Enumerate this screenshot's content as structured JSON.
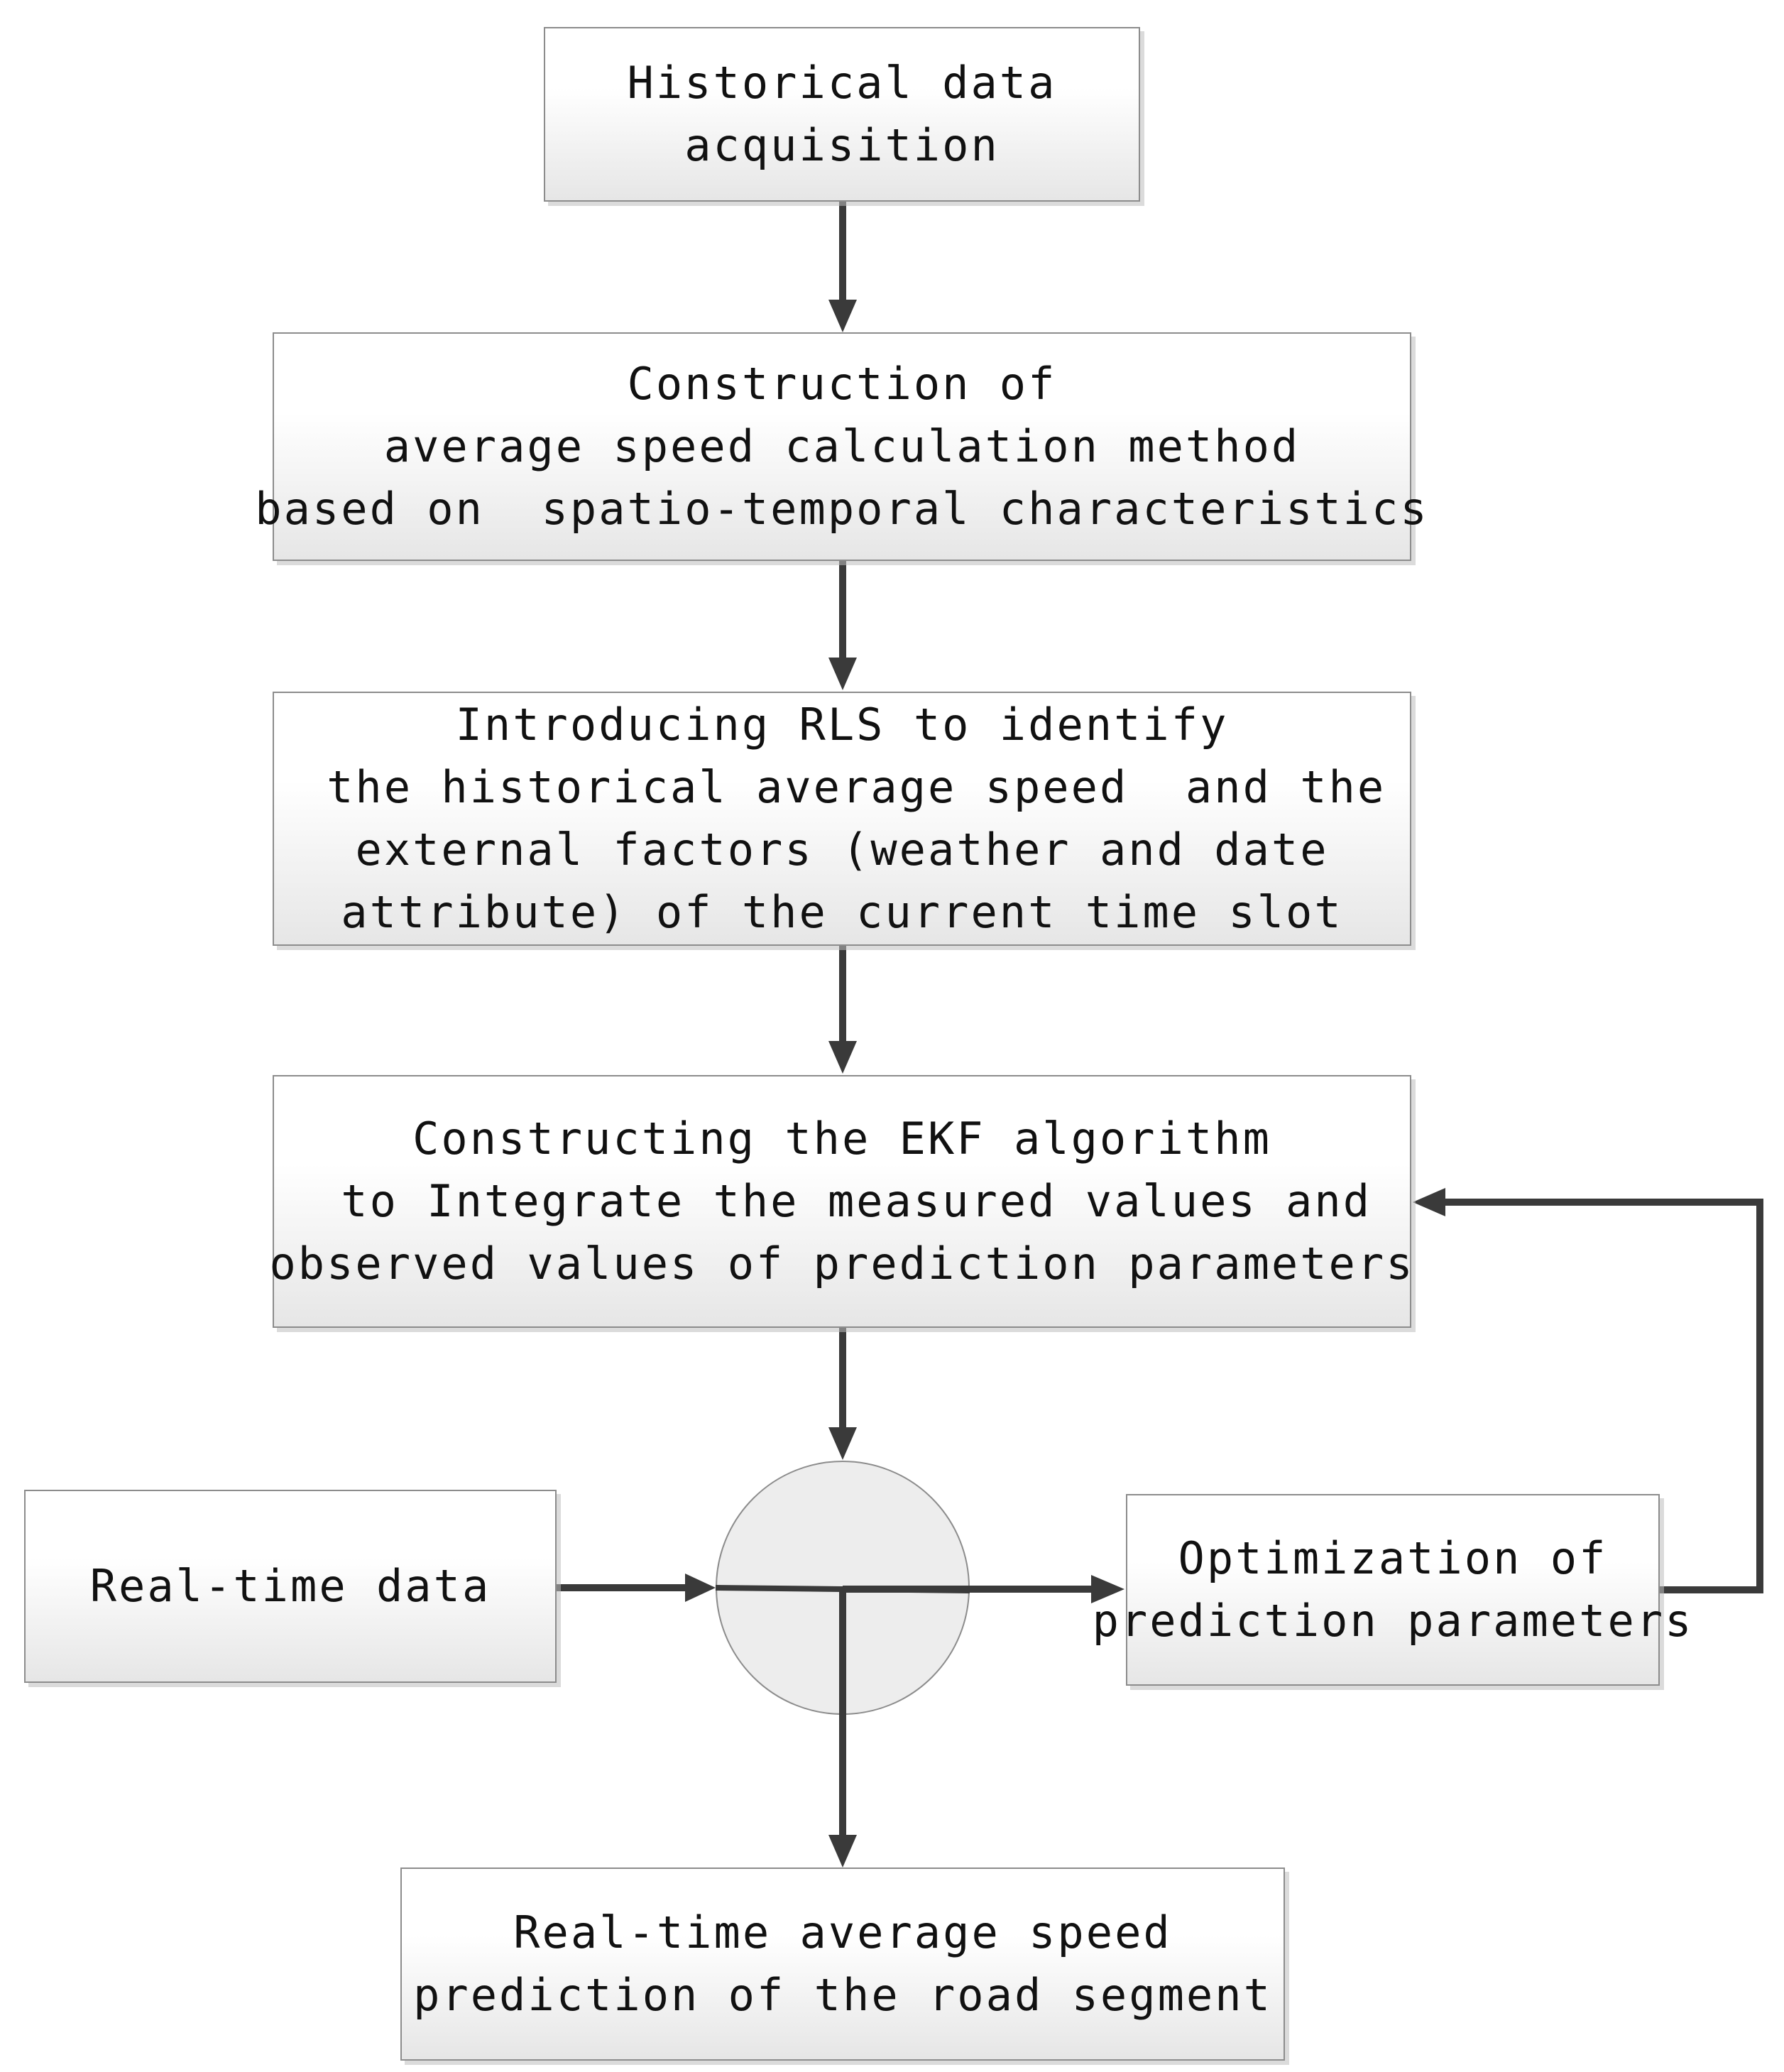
{
  "diagram": {
    "nodes": {
      "historical_data": {
        "text": "Historical data\nacquisition"
      },
      "construction": {
        "text": "Construction of\naverage speed calculation method\nbased on  spatio-temporal characteristics"
      },
      "rls": {
        "text": "Introducing RLS to identify\n the historical average speed  and the\nexternal factors (weather and date\nattribute) of the current time slot"
      },
      "ekf": {
        "text": "Constructing the EKF algorithm\n to Integrate the measured values and\nobserved values of prediction parameters"
      },
      "realtime_data": {
        "text": "Real-time data"
      },
      "optimization": {
        "text": "Optimization of\nprediction parameters"
      },
      "prediction": {
        "text": "Real-time average speed\nprediction of the road segment"
      }
    },
    "edges": [
      {
        "from": "historical_data",
        "to": "construction"
      },
      {
        "from": "construction",
        "to": "rls"
      },
      {
        "from": "rls",
        "to": "ekf"
      },
      {
        "from": "ekf",
        "to": "junction"
      },
      {
        "from": "realtime_data",
        "to": "junction"
      },
      {
        "from": "junction",
        "to": "optimization"
      },
      {
        "from": "optimization",
        "to": "ekf"
      },
      {
        "from": "junction",
        "to": "prediction"
      }
    ]
  }
}
